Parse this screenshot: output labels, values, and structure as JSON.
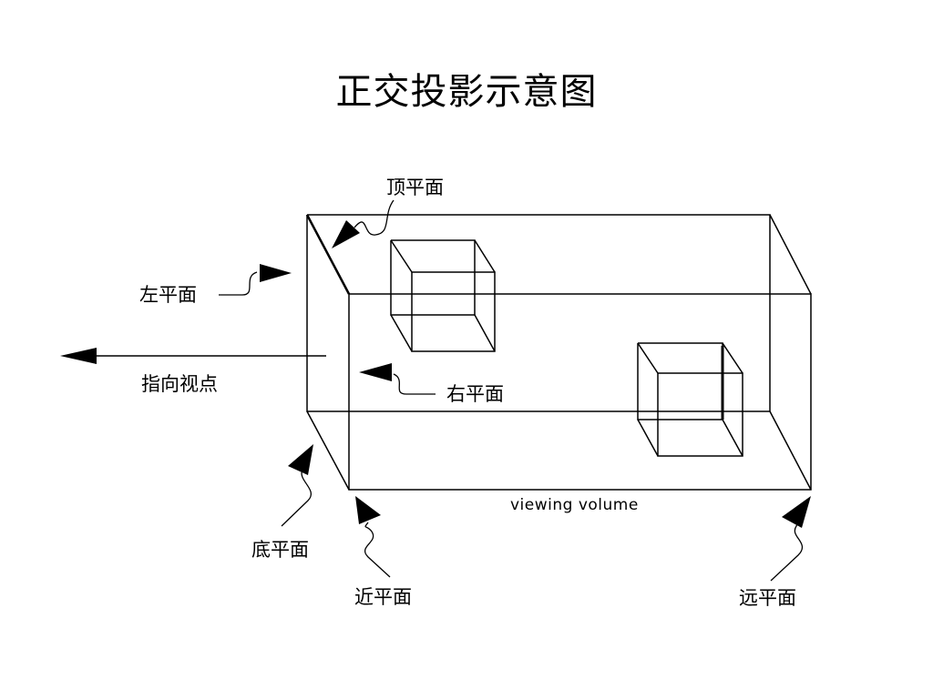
{
  "title": "正交投影示意图",
  "labels": {
    "top_plane": "顶平面",
    "left_plane": "左平面",
    "right_plane": "右平面",
    "bottom_plane": "底平面",
    "near_plane": "近平面",
    "far_plane": "远平面",
    "viewpoint": "指向视点",
    "viewing_volume": "viewing volume"
  },
  "colors": {
    "line": "#000000",
    "background": "#ffffff"
  }
}
